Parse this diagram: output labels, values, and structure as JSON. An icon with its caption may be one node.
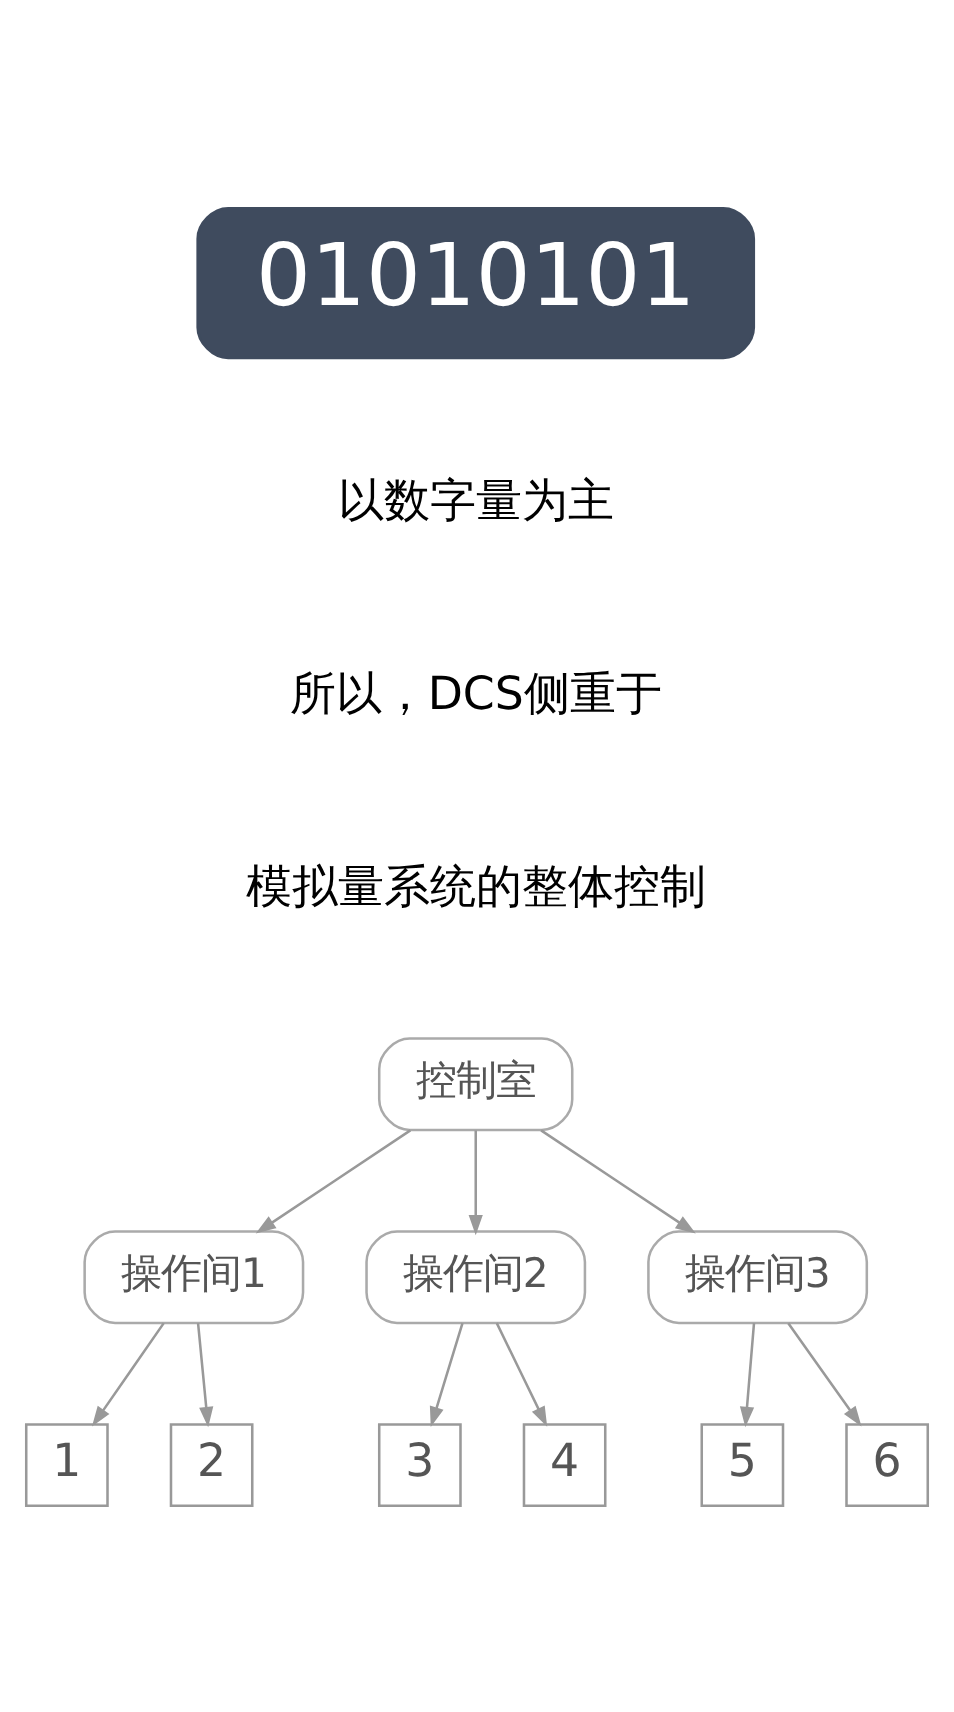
{
  "diagram": {
    "nodes": [
      {
        "text": [
          "01010101"
        ]
      },
      {
        "text": [
          "控制室"
        ]
      },
      {
        "text": [
          "操作间1"
        ]
      },
      {
        "text": [
          "操作间2"
        ]
      },
      {
        "text": [
          "操作间3"
        ]
      },
      {
        "text": [
          "1"
        ]
      },
      {
        "text": [
          "2"
        ]
      },
      {
        "text": [
          "3"
        ]
      },
      {
        "text": [
          "4"
        ]
      },
      {
        "text": [
          "5"
        ]
      },
      {
        "text": [
          "6"
        ]
      }
    ],
    "edges": [
      {
        "from": 1,
        "to": 2,
        "arrow": "to"
      },
      {
        "from": 1,
        "to": 3,
        "arrow": "to"
      },
      {
        "from": 1,
        "to": 4,
        "arrow": "to"
      },
      {
        "from": 2,
        "to": 5,
        "arrow": "to"
      },
      {
        "from": 2,
        "to": 6,
        "arrow": "to"
      },
      {
        "from": 3,
        "to": 7,
        "arrow": "to"
      },
      {
        "from": 3,
        "to": 8,
        "arrow": "to"
      },
      {
        "from": 4,
        "to": 9,
        "arrow": "to"
      },
      {
        "from": 4,
        "to": 10,
        "arrow": "to"
      }
    ],
    "labels": [
      "以数字量为主",
      "所以，DCS侧重于",
      "模拟量系统的整体控制"
    ]
  }
}
